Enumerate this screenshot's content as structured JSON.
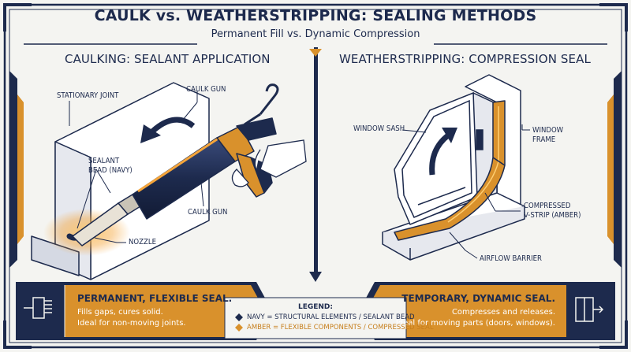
{
  "title": "CAULK vs. WEATHERSTRIPPING: SEALING METHODS",
  "subtitle": "Permanent Fill vs. Dynamic Compression",
  "left_panel": {
    "heading": "CAULKING: SEALANT APPLICATION",
    "labels": {
      "stationary_joint": "STATIONARY JOINT",
      "caulk_gun_top": "CAULK GUN",
      "sealant_bead_1": "SEALANT",
      "sealant_bead_2": "BEAD (NAVY)",
      "caulk_gun_bottom": "CAULK GUN",
      "nozzle": "NOZZLE"
    },
    "summary": {
      "head": "PERMANENT, FLEXIBLE SEAL.",
      "line1": "Fills gaps, cures solid.",
      "line2": "Ideal for non-moving joints."
    }
  },
  "right_panel": {
    "heading": "WEATHERSTRIPPING: COMPRESSION SEAL",
    "labels": {
      "window_sash": "WINDOW SASH",
      "window_frame_1": "WINDOW",
      "window_frame_2": "FRAME",
      "compressed_1": "COMPRESSED",
      "compressed_2": "V-STRIP (AMBER)",
      "airflow_barrier": "AIRFLOW BARRIER"
    },
    "summary": {
      "head": "TEMPORARY, DYNAMIC SEAL.",
      "line1": "Compresses and releases.",
      "line2": "Ideal for moving parts (doors, windows)."
    }
  },
  "legend": {
    "title": "LEGEND:",
    "navy": "NAVY = STRUCTURAL ELEMENTS / SEALANT BEAD",
    "amber": "AMBER = FLEXIBLE COMPONENTS / COMPRESSED SEAL"
  },
  "colors": {
    "navy": "#1d2a4d",
    "amber": "#d9912c",
    "background": "#f4f4f1",
    "glow": "#f5a53a"
  },
  "icons": [
    "caulk-gun-icon",
    "window-icon",
    "curved-arrow-icon",
    "legend-diamond-icon"
  ]
}
